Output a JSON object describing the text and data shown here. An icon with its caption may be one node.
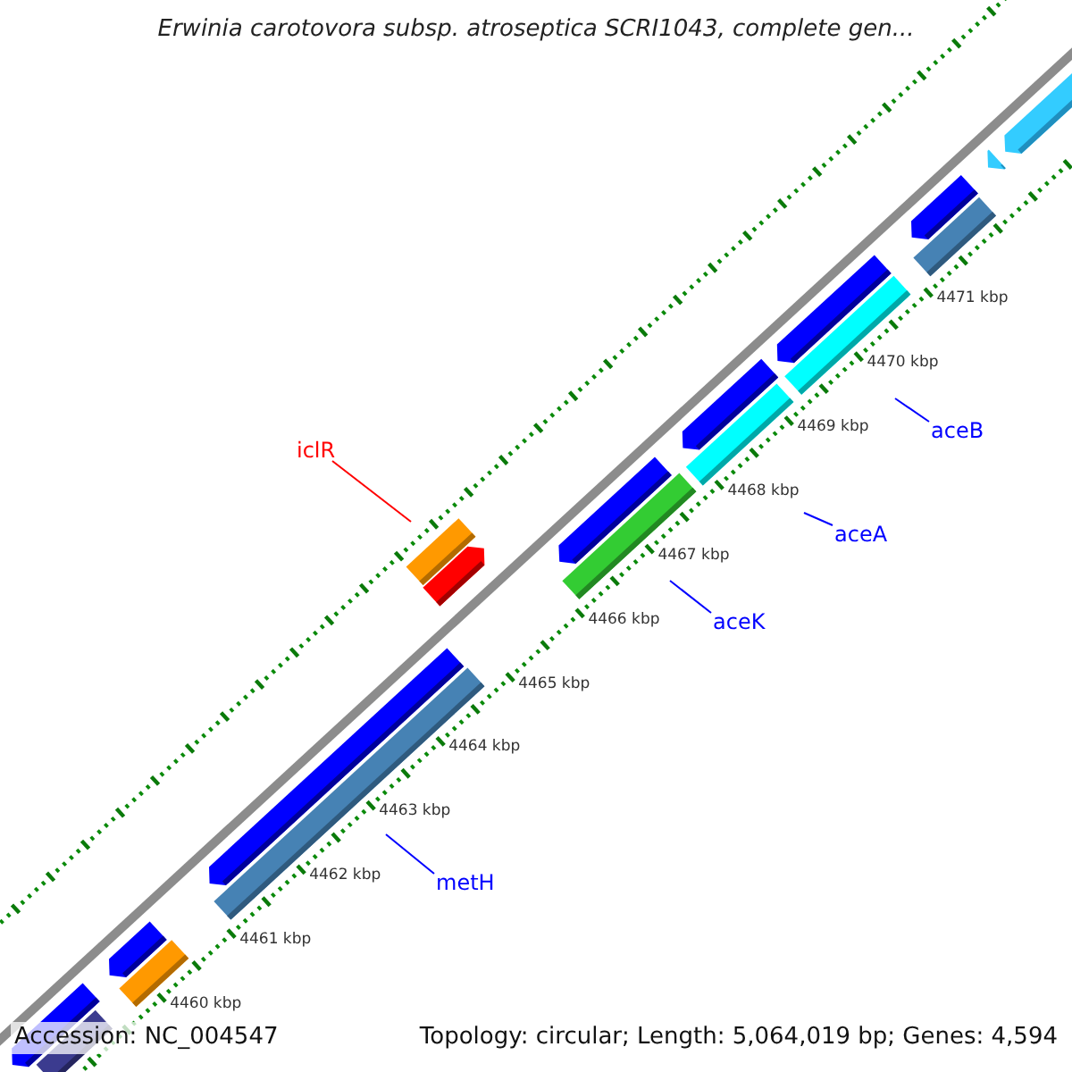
{
  "diagram": {
    "title": "Erwinia carotovora subsp. atroseptica SCRI1043, complete gen...",
    "nodes": [
      {
        "text": [
          "aceB"
        ]
      },
      {
        "text": [
          "iclR"
        ]
      },
      {
        "text": [
          "aceA"
        ]
      },
      {
        "text": [
          "aceK"
        ]
      },
      {
        "text": [
          "metH"
        ]
      }
    ],
    "edges": [
      {
        "from": 0,
        "to": null,
        "arrow": "none"
      },
      {
        "from": 1,
        "to": null,
        "arrow": "none",
        "color": "#ff0000"
      },
      {
        "from": 2,
        "to": null,
        "arrow": "none"
      },
      {
        "from": 3,
        "to": null,
        "arrow": "none"
      },
      {
        "from": 4,
        "to": null,
        "arrow": "none"
      }
    ],
    "labels": [
      "4471 kbp",
      "4470 kbp",
      "4469 kbp",
      "4468 kbp",
      "4467 kbp",
      "4466 kbp",
      "4465 kbp",
      "4464 kbp",
      "4463 kbp",
      "4462 kbp",
      "4461 kbp",
      "4460 kbp",
      "Accession: NC_004547",
      "Topology: circular; Length: 5,064,019 bp; Genes: 4,594"
    ]
  }
}
